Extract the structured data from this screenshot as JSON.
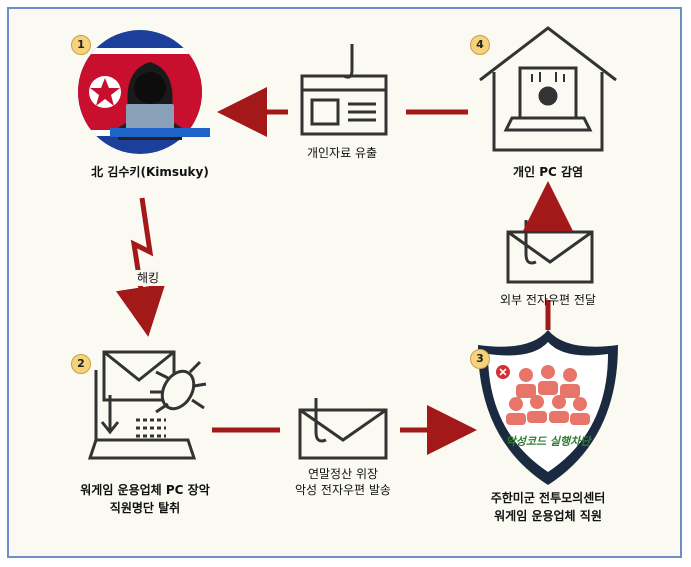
{
  "steps": [
    {
      "num": "1",
      "label": "北 김수키(Kimsuky)"
    },
    {
      "num": "2",
      "label_line1": "워게임 운용업체 PC 장악",
      "label_line2": "직원명단 탈취"
    },
    {
      "num": "3",
      "label_line1": "주한미군 전투모의센터",
      "label_line2": "워게임 운용업체 직원",
      "badge": "악성코드 실행차단"
    },
    {
      "num": "4",
      "label": "개인 PC 감염"
    }
  ],
  "edges": {
    "hacking": "해킹",
    "email_disguise_line1": "연말정산 위장",
    "email_disguise_line2": "악성 전자우편 발송",
    "external_delivery": "외부 전자우편 전달",
    "data_leak": "개인자료 유출"
  },
  "colors": {
    "arrow": "#a31818",
    "icon_stroke": "#333333",
    "frame": "#6d8fc7",
    "badge_bg": "#1b2a40",
    "badge_text": "#2e7d32"
  }
}
